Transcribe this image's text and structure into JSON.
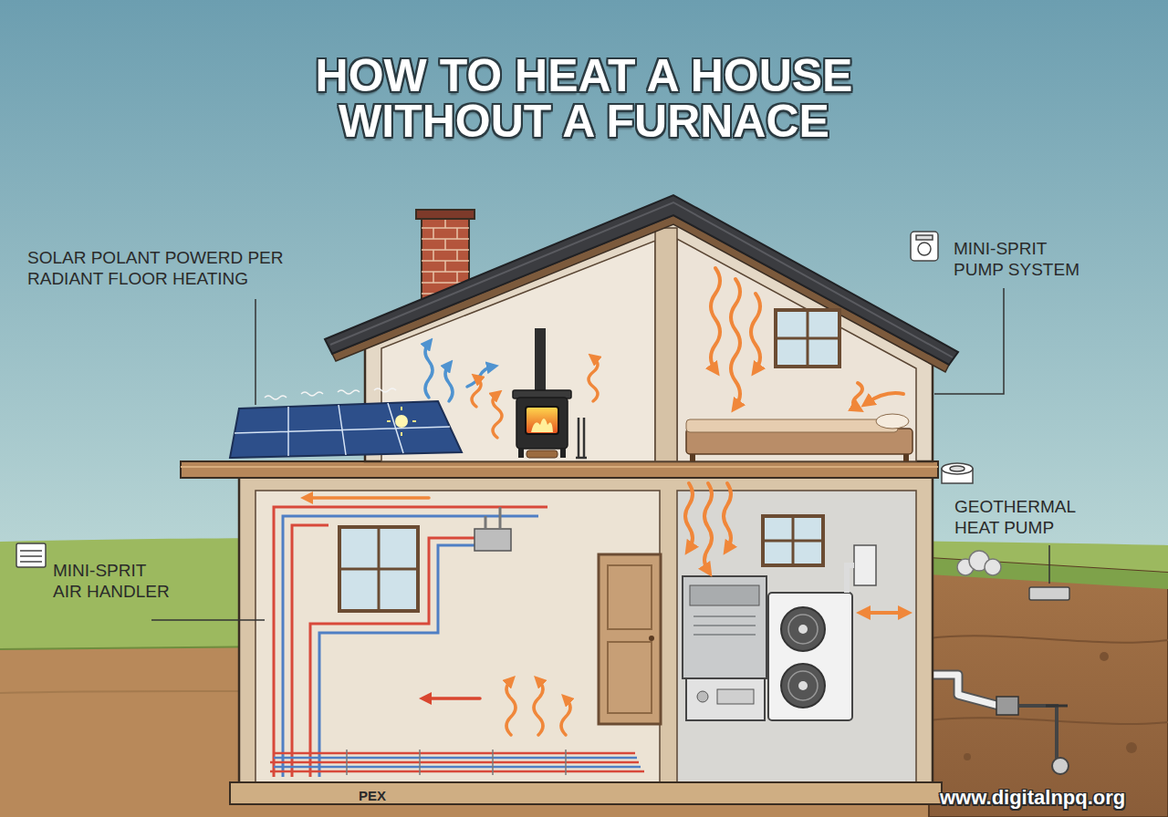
{
  "diagram": {
    "title": "HOW TO HEAT A HOUSE WITHOUT A FURNACE",
    "labels": [
      "SOLAR POLANT POWERD PER RADIANT FLOOR HEATING",
      "MINI-SPRIT PUMP SYSTEM",
      "GEOTHERMAL HEAT PUMP",
      "MINI-SPRIT AIR HANDLER",
      "PEX",
      "www.digitalnpq.org"
    ]
  }
}
